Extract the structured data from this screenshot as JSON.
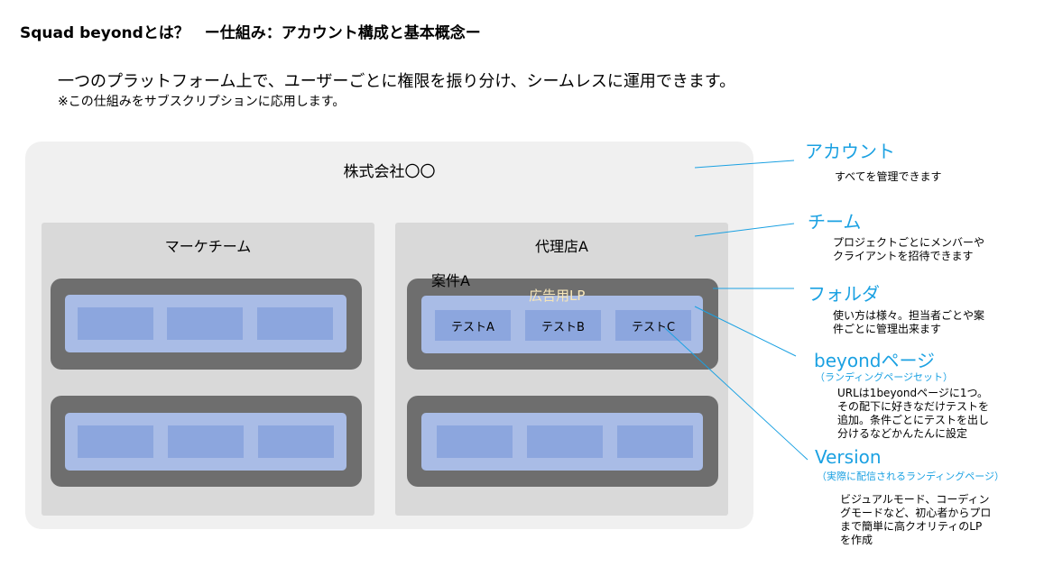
{
  "header": {
    "title": "Squad beyondとは？　ー仕組み：アカウント構成と基本概念ー",
    "lead": "一つのプラットフォーム上で、ユーザーごとに権限を振り分け、シームレスに運用できます。",
    "note": "※この仕組みをサブスクリプションに応用します。"
  },
  "diagram": {
    "account_label": "株式会社〇〇",
    "teams": [
      {
        "label": "マーケチーム"
      },
      {
        "label": "代理店A"
      }
    ],
    "folder_label": "案件A",
    "beyond_label": "広告用LP",
    "versions": [
      "テストA",
      "テストB",
      "テストC"
    ]
  },
  "legend": {
    "account": {
      "title": "アカウント",
      "desc": [
        "すべてを管理できます"
      ]
    },
    "team": {
      "title": "チーム",
      "desc": [
        "プロジェクトごとにメンバーや",
        "クライアントを招待できます"
      ]
    },
    "folder": {
      "title": "フォルダ",
      "desc": [
        "使い方は様々。担当者ごとや案",
        "件ごとに管理出来ます"
      ]
    },
    "beyond": {
      "title": "beyondページ",
      "sub": "（ランディングページセット）",
      "desc": [
        "URLは1beyondページに1つ。",
        "その配下に好きなだけテストを",
        "追加。条件ごとにテストを出し",
        "分けるなどかんたんに設定"
      ]
    },
    "version": {
      "title": "Version",
      "sub": "（実際に配信されるランディングページ）",
      "desc": [
        "ビジュアルモード、コーディン",
        "グモードなど、初心者からプロ",
        "まで簡単に高クオリティのLP",
        "を作成"
      ]
    }
  },
  "colors": {
    "accent": "#1ba1e2",
    "account_bg": "#f0f0f0",
    "team_bg": "#d9d9d9",
    "folder_bg": "#6e6e6e",
    "beyond_bg": "#a9bce6",
    "version_bg": "#8ca6de"
  }
}
